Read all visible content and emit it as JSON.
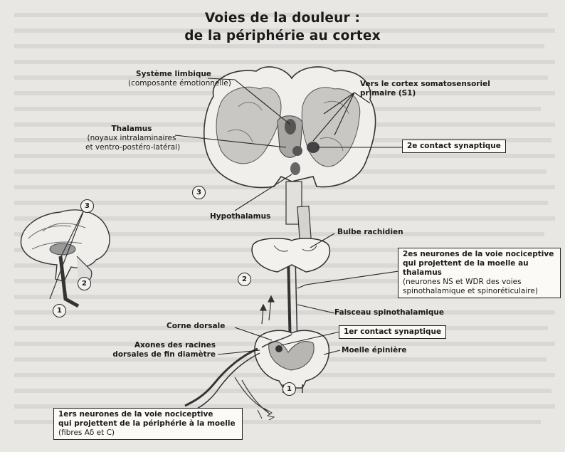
{
  "title": {
    "line1": "Voies de la douleur :",
    "line2": "de la périphérie au cortex"
  },
  "labels": {
    "limbic": "Système limbique",
    "limbic_sub": "(composante émotionnelle)",
    "cortex_1": "Vers le cortex somatosensoriel",
    "cortex_2": "primaire (S1)",
    "thalamus": "Thalamus",
    "thalamus_sub1": "(noyaux intralaminaires",
    "thalamus_sub2": "et ventro-postéro-latéral)",
    "contact2": "2e contact synaptique",
    "hypothalamus": "Hypothalamus",
    "bulbe": "Bulbe rachidien",
    "neurons2_1": "2es neurones de la voie nociceptive",
    "neurons2_2": "qui projettent de la moelle au thalamus",
    "neurons2_3": "(neurones NS et WDR des voies",
    "neurons2_4": "spinothalamique et spinoréticulaire)",
    "faisceau": "Faisceau spinothalamique",
    "corne": "Corne dorsale",
    "axones_1": "Axones des racines",
    "axones_2": "dorsales de fin diamètre",
    "contact1": "1er contact synaptique",
    "moelle": "Moelle épinière",
    "neurons1_1": "1ers neurones de la voie nociceptive",
    "neurons1_2": "qui projettent de la périphérie à la moelle",
    "neurons1_3": "(fibres Aδ et C)"
  },
  "markers": {
    "level3": "3",
    "level2": "2",
    "level1": "1",
    "sag3": "3",
    "sag2": "2",
    "sag1": "1"
  }
}
